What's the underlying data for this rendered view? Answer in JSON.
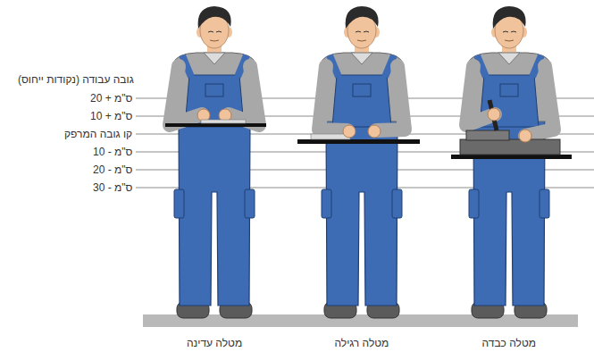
{
  "diagram": {
    "labels": [
      "גובה עבודה (נקודות ייחוס)",
      "20 + ס\"מ",
      "10 + ס\"מ",
      "קו גובה המרפק",
      "10 - ס\"מ",
      "20 - ס\"מ",
      "30 - ס\"מ",
      "מטלה עדינה",
      "מטלה רגילה",
      "מטלה כבדה"
    ]
  }
}
